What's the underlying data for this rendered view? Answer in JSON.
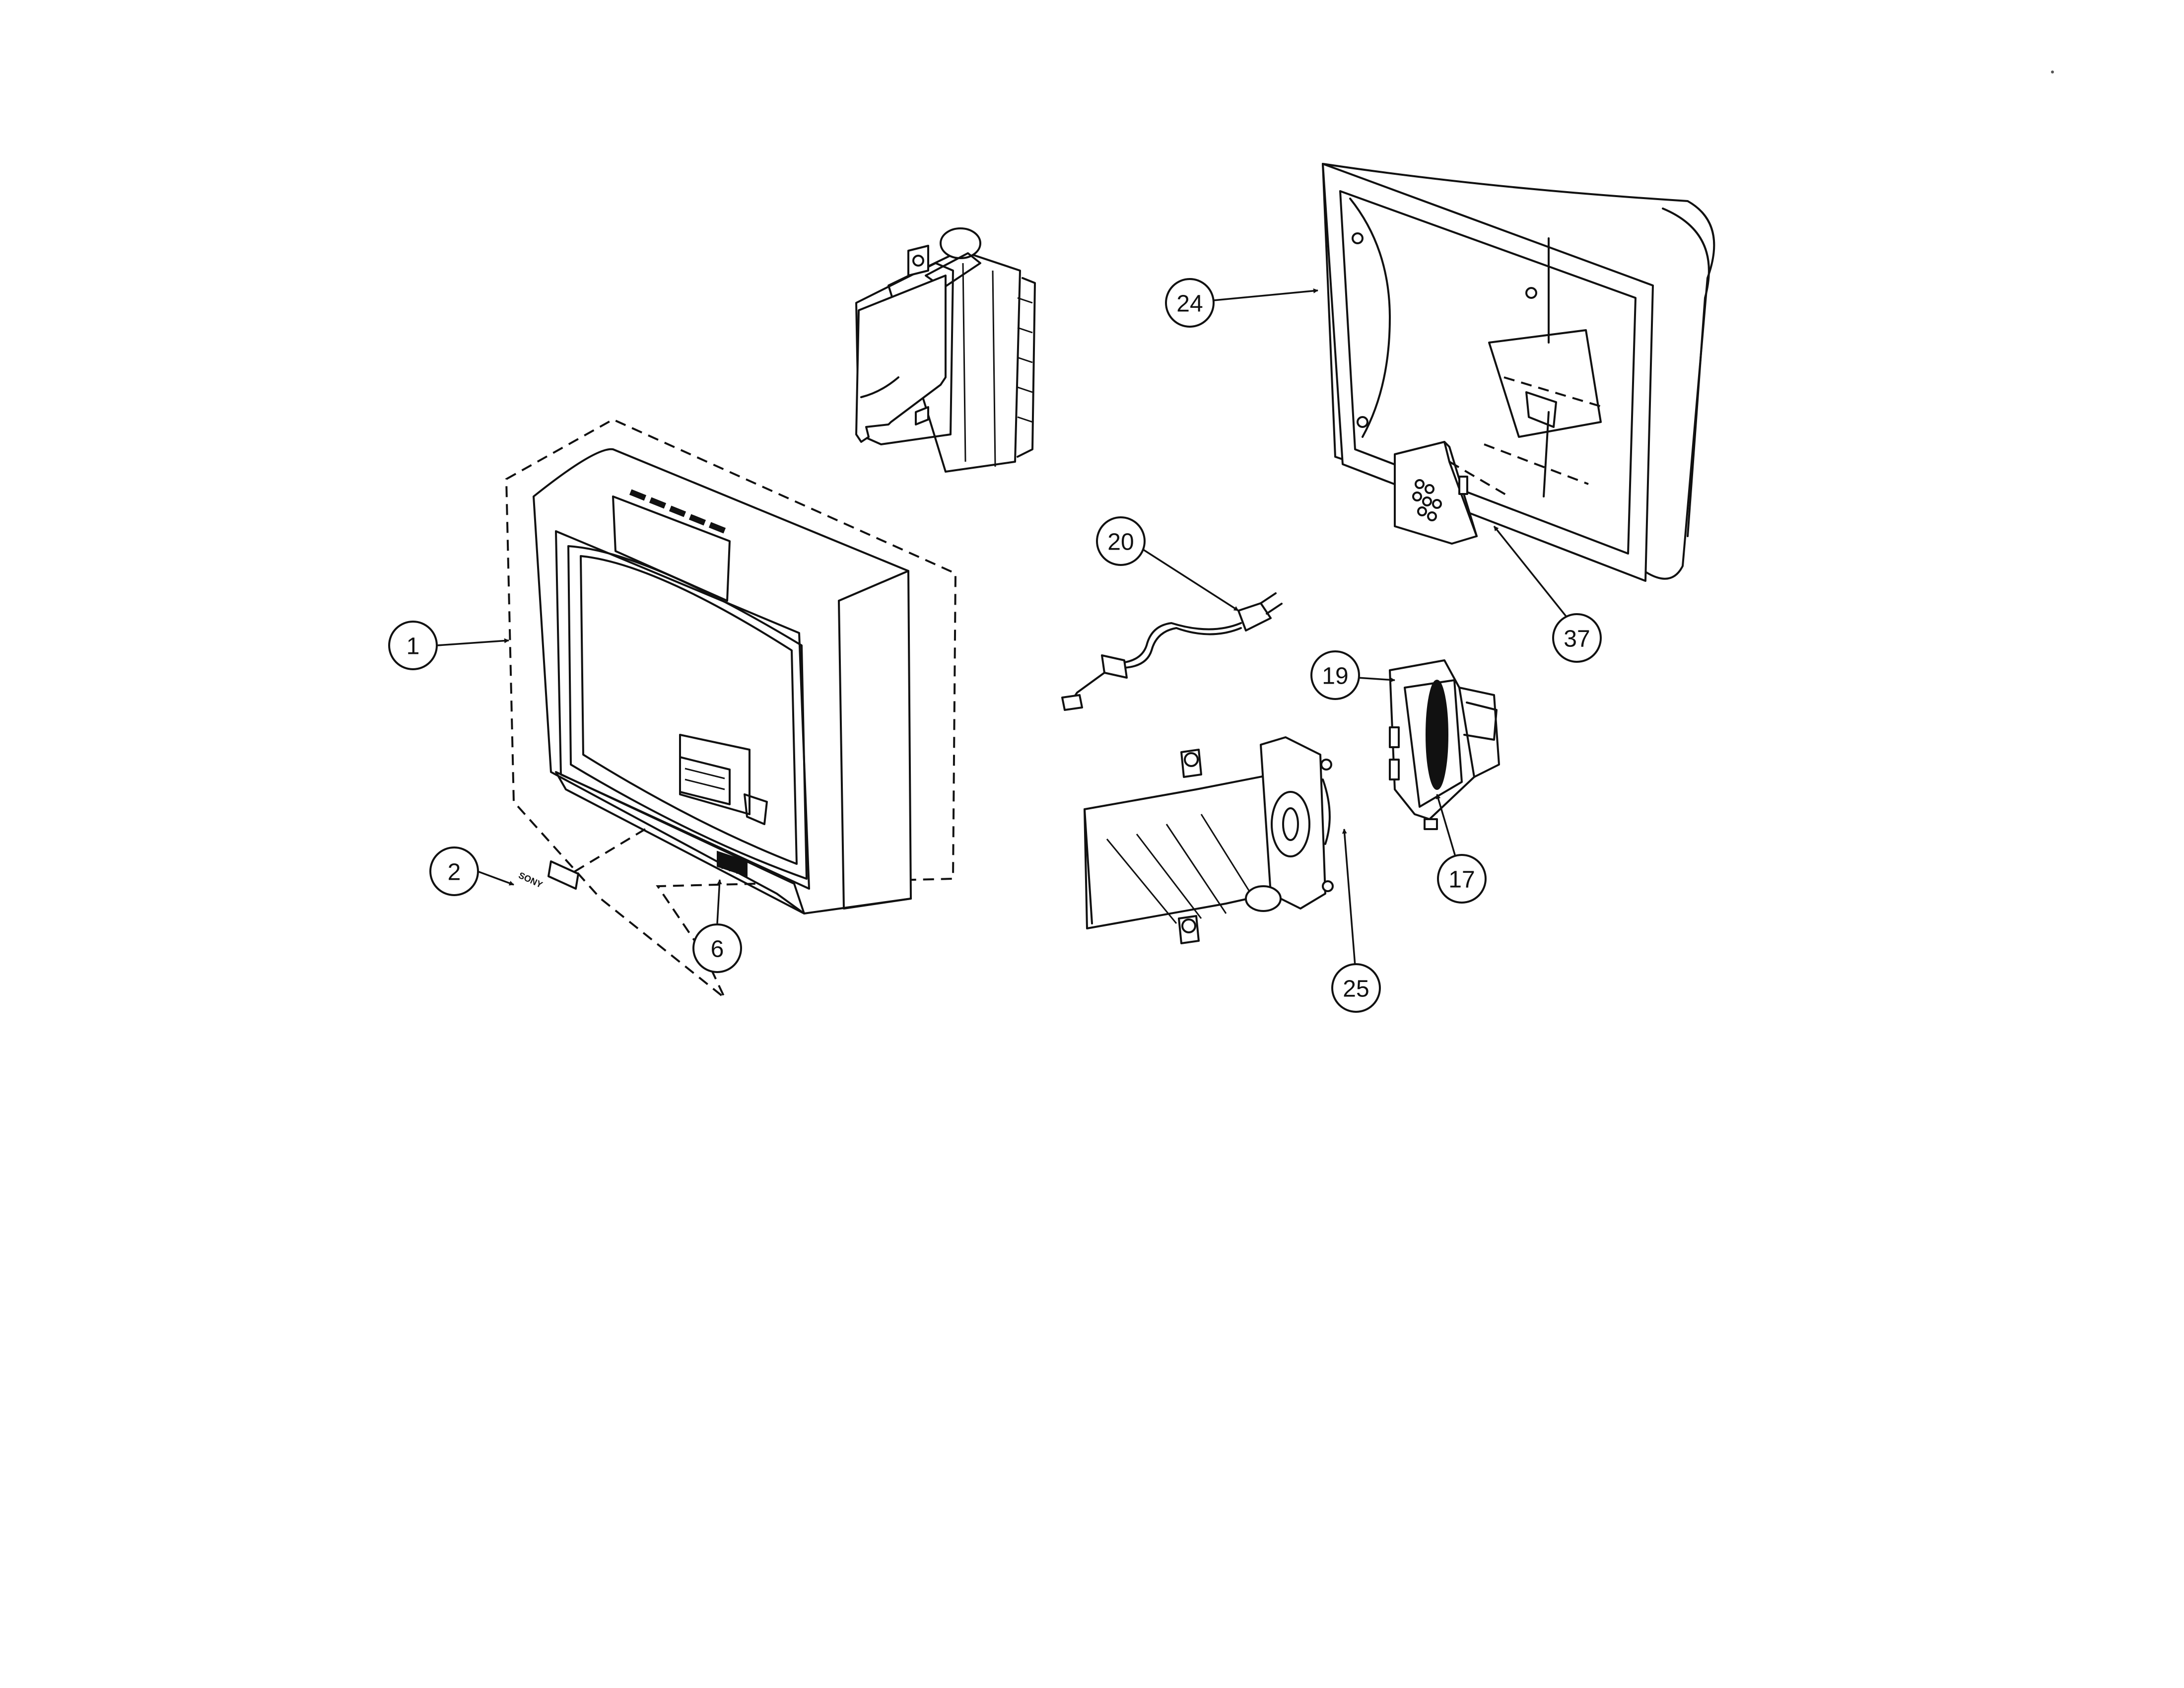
{
  "diagram": {
    "callouts": {
      "c1": "1",
      "c2": "2",
      "c6": "6",
      "c17": "17",
      "c19": "19",
      "c20": "20",
      "c24": "24",
      "c25": "25",
      "c37": "37"
    },
    "logo_text": "SONY"
  }
}
